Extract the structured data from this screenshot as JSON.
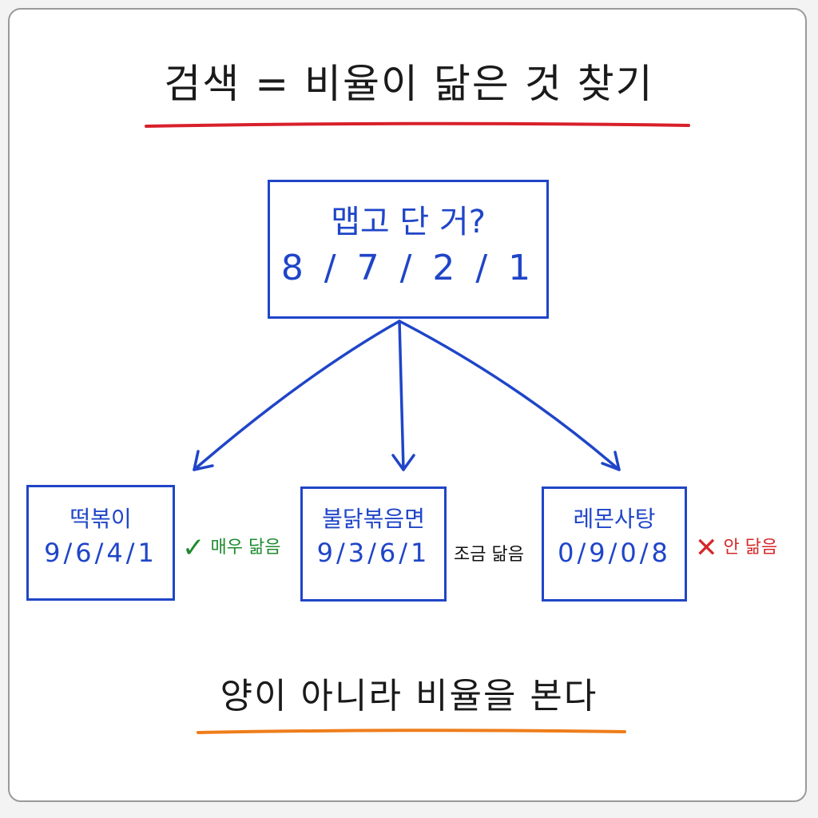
{
  "title": "검색 = 비율이 닮은 것 찾기",
  "query": {
    "label": "맵고 단 거?",
    "ratio": "8 / 7 / 2 / 1"
  },
  "items": [
    {
      "name": "떡볶이",
      "ratio": "9/6/4/1",
      "mark": "✓",
      "verdict": "매우 닮음",
      "color": "#1e8a2e"
    },
    {
      "name": "불닭볶음면",
      "ratio": "9/3/6/1",
      "mark": "",
      "verdict": "조금 닮음",
      "color": "#111111"
    },
    {
      "name": "레몬사탕",
      "ratio": "0/9/0/8",
      "mark": "✕",
      "verdict": "안 닮음",
      "color": "#d62828"
    }
  ],
  "footer": "양이 아니라 비율을 본다",
  "colors": {
    "box": "#1f45c8",
    "title_underline": "#d8202a",
    "footer_underline": "#ef7d1a"
  }
}
